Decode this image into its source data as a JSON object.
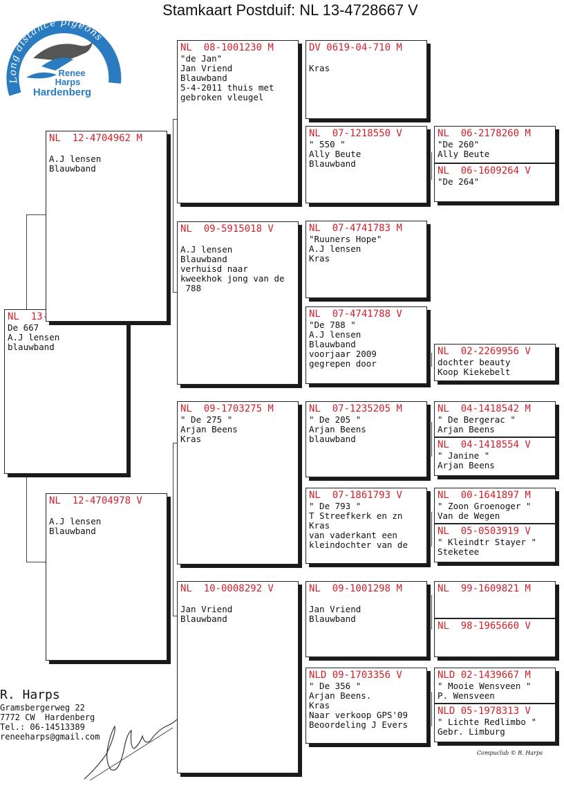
{
  "title": "Stamkaart Postduif: NL  13-4728667 V",
  "logo": {
    "arc_text": "Long distance pigeons",
    "line1": "Renee",
    "line2": "Harps",
    "line3": "Hardenberg"
  },
  "subject": {
    "reg": "NL  13-4728667 V",
    "lines": [
      "De 667",
      "A.J lensen",
      "blauwband"
    ]
  },
  "parents": {
    "father": {
      "reg": "NL  12-4704962 M",
      "lines": [
        "",
        "A.J lensen",
        "Blauwband"
      ]
    },
    "mother": {
      "reg": "NL  12-4704978 V",
      "lines": [
        "",
        "A.J lensen",
        "Blauwband"
      ]
    }
  },
  "grandparents": [
    {
      "reg": "NL  08-1001230 M",
      "lines": [
        "\"de Jan\"",
        "Jan Vriend",
        "Blauwband",
        "5-4-2011 thuis met",
        "gebroken vleugel"
      ]
    },
    {
      "reg": "NL  09-5915018 V",
      "lines": [
        "",
        "A.J lensen",
        "Blauwband",
        "verhuisd naar",
        "kweekhok jong van de",
        " 788"
      ]
    },
    {
      "reg": "NL  09-1703275 M",
      "lines": [
        "\" De 275 \"",
        "Arjan Beens",
        "Kras"
      ]
    },
    {
      "reg": "NL  10-0008292 V",
      "lines": [
        "",
        "Jan Vriend",
        "Blauwband"
      ]
    }
  ],
  "great_grandparents": [
    {
      "reg": "DV 0619-04-710 M",
      "lines": [
        "",
        "Kras"
      ]
    },
    {
      "reg": "NL  07-1218550 V",
      "lines": [
        "\" 550 \"",
        "Ally Beute",
        "Blauwband"
      ]
    },
    {
      "reg": "NL  07-4741783 M",
      "lines": [
        "\"Ruuners Hope\"",
        "A.J lensen",
        "Kras"
      ]
    },
    {
      "reg": "NL  07-4741788 V",
      "lines": [
        "\"De 788 \"",
        "A.J lensen",
        "Blauwband",
        "voorjaar 2009",
        "gegrepen door"
      ]
    },
    {
      "reg": "NL  07-1235205 M",
      "lines": [
        "\" De 205 \"",
        "Arjan Beens",
        "blauwband"
      ]
    },
    {
      "reg": "NL  07-1861793 V",
      "lines": [
        "\" De 793 \"",
        "T Streefkerk en zn",
        "Kras",
        "van vaderkant een",
        "kleindochter van de"
      ]
    },
    {
      "reg": "NL  09-1001298 M",
      "lines": [
        "",
        "Jan Vriend",
        "Blauwband"
      ]
    },
    {
      "reg": "NLD 09-1703356 V",
      "lines": [
        "\" De 356 \"",
        "Arjan Beens.",
        "Kras",
        "Naar verkoop GPS'09",
        "Beoordeling J Evers"
      ]
    }
  ],
  "g4": [
    {
      "reg": "NL  06-2178260 M",
      "lines": [
        "\"De 260\"",
        "Ally Beute"
      ]
    },
    {
      "reg": "NL  06-1609264 V",
      "lines": [
        "\"De 264\""
      ]
    },
    {
      "reg": "NL  02-2269956 V",
      "lines": [
        "dochter beauty",
        "Koop Kiekebelt"
      ]
    },
    {
      "reg": "NL  04-1418542 M",
      "lines": [
        "\" De Bergerac \"",
        "Arjan Beens"
      ]
    },
    {
      "reg": "NL  04-1418554 V",
      "lines": [
        "\" Janine \"",
        "Arjan Beens"
      ]
    },
    {
      "reg": "NL  00-1641897 M",
      "lines": [
        "\" Zoon Groenoger \"",
        "Van de Wegen"
      ]
    },
    {
      "reg": "NL  05-0503919 V",
      "lines": [
        "\" Kleindtr Stayer \"",
        "Steketee"
      ]
    },
    {
      "reg": "NL  99-1609821 M",
      "lines": []
    },
    {
      "reg": "NL  98-1965660 V",
      "lines": []
    },
    {
      "reg": "NLD 02-1439667 M",
      "lines": [
        "\" Mooie Wensveen \"",
        "P. Wensveen"
      ]
    },
    {
      "reg": "NLD 05-1978313 V",
      "lines": [
        "\" Lichte Redlimbo \"",
        "Gebr. Limburg"
      ]
    }
  ],
  "breeder": {
    "name": "R. Harps",
    "lines": [
      "Gramsbergerweg 22",
      "7772 CW  Hardenberg",
      "Tel.: 06-14513389",
      "reneeharps@gmail.com"
    ]
  },
  "credit": "Compuclub © R. Harps",
  "colors": {
    "registration": "#d0202a",
    "logo_blue": "#2a7bc0"
  }
}
